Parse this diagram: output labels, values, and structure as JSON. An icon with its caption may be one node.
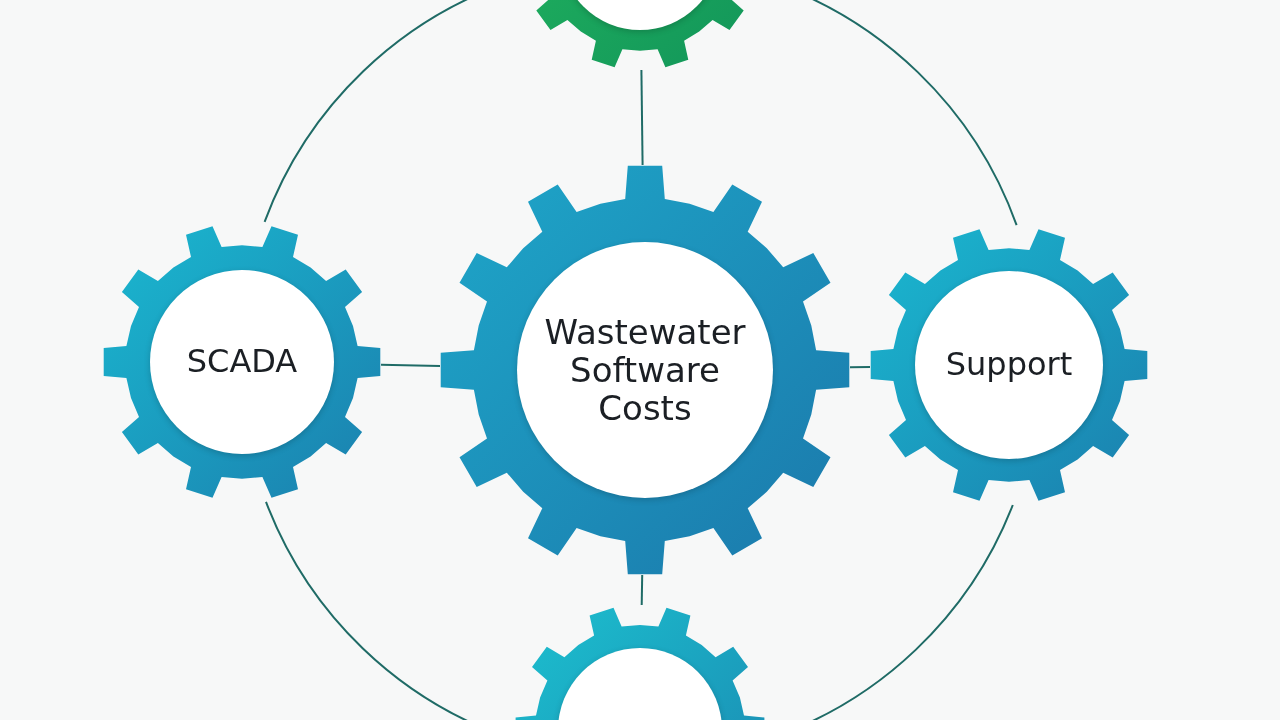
{
  "diagram": {
    "nodes": [
      {
        "text": [
          "Wastewater Software Costs"
        ]
      },
      {
        "text": [
          "SCADA"
        ]
      },
      {
        "text": [
          "Support"
        ]
      },
      {
        "text": [],
        "shape": "gear"
      },
      {
        "text": [],
        "shape": "gear"
      }
    ],
    "edges": [
      {
        "from": 0,
        "to": 3,
        "arrow": "none"
      },
      {
        "from": 0,
        "to": 1,
        "arrow": "none"
      },
      {
        "from": 0,
        "to": 2,
        "arrow": "none"
      },
      {
        "from": 0,
        "to": 4,
        "arrow": "none"
      },
      {
        "from": 3,
        "to": 1,
        "arrow": "none"
      },
      {
        "from": 1,
        "to": 4,
        "arrow": "none"
      },
      {
        "from": 4,
        "to": 2,
        "arrow": "none"
      },
      {
        "from": 2,
        "to": 3,
        "arrow": "none"
      }
    ]
  }
}
